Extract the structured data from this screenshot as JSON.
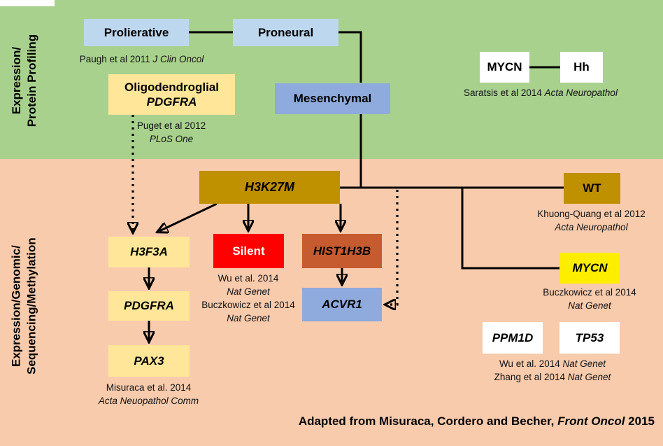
{
  "sections": {
    "top": {
      "label": [
        "Expression/",
        "Protein Profiling"
      ],
      "bg_color": "#a9d18e"
    },
    "bottom": {
      "label": [
        "Expression/Genomic/",
        "Sequencing/Methylation"
      ],
      "bg_color": "#f8cbad"
    }
  },
  "nodes": {
    "proliferative": {
      "label": "Prolierative",
      "color": "#bdd7ee"
    },
    "proneural": {
      "label": "Proneural",
      "color": "#bdd7ee"
    },
    "oligodendroglial": {
      "line1": "Oligodendroglial",
      "line2": "PDGFRA",
      "color": "#ffe699"
    },
    "mesenchymal": {
      "label": "Mesenchymal",
      "color": "#8faadc"
    },
    "mycn_top": {
      "label": "MYCN",
      "color": "#ffffff"
    },
    "hh": {
      "label": "Hh",
      "color": "#ffffff"
    },
    "h3k27m": {
      "label": "H3K27M",
      "color": "#bf9000"
    },
    "wt": {
      "label": "WT",
      "color": "#bf9000"
    },
    "h3f3a": {
      "label": "H3F3A",
      "color": "#ffe699"
    },
    "silent": {
      "label": "Silent",
      "color": "#ff0000",
      "text_color": "#ffffff"
    },
    "hist1h3b": {
      "label": "HIST1H3B",
      "color": "#c65b30"
    },
    "acvr1": {
      "label": "ACVR1",
      "color": "#8faadc"
    },
    "pdgfra": {
      "label": "PDGFRA",
      "color": "#ffe699"
    },
    "pax3": {
      "label": "PAX3",
      "color": "#ffe699"
    },
    "mycn_bottom": {
      "label": "MYCN",
      "color": "#fdee00"
    },
    "ppm1d": {
      "label": "PPM1D",
      "color": "#ffffff"
    },
    "tp53": {
      "label": "TP53",
      "color": "#ffffff"
    }
  },
  "citations": {
    "paugh": {
      "plain": "Paugh et al 2011 ",
      "italic": "J Clin Oncol"
    },
    "puget": {
      "line1": "Puget et al 2012",
      "line2_italic": "PLoS One"
    },
    "saratsis": {
      "plain": "Saratsis et al 2014 ",
      "italic": "Acta Neuropathol"
    },
    "khuong_quang": {
      "line1": "Khuong-Quang et al 2012",
      "line2_italic": "Acta Neuropathol"
    },
    "wu_buczkowicz": {
      "line1": "Wu et al. 2014",
      "line2_italic": "Nat Genet",
      "line3": "Buczkowicz et al 2014",
      "line4_italic": "Nat Genet"
    },
    "misuraca": {
      "line1": "Misuraca et al. 2014",
      "line2_italic": "Acta Neuopathol Comm"
    },
    "buczkowicz": {
      "line1": "Buczkowicz et al 2014",
      "line2_italic": "Nat Genet"
    },
    "wu_zhang": {
      "line1_plain": "Wu et al. 2014 ",
      "line1_italic": "Nat Genet",
      "line2_plain": "Zhang et al 2014 ",
      "line2_italic": "Nat Genet"
    }
  },
  "footer": {
    "plain1": "Adapted from Misuraca, Cordero and Becher, ",
    "italic": "Front Oncol",
    "plain2": " 2015"
  }
}
